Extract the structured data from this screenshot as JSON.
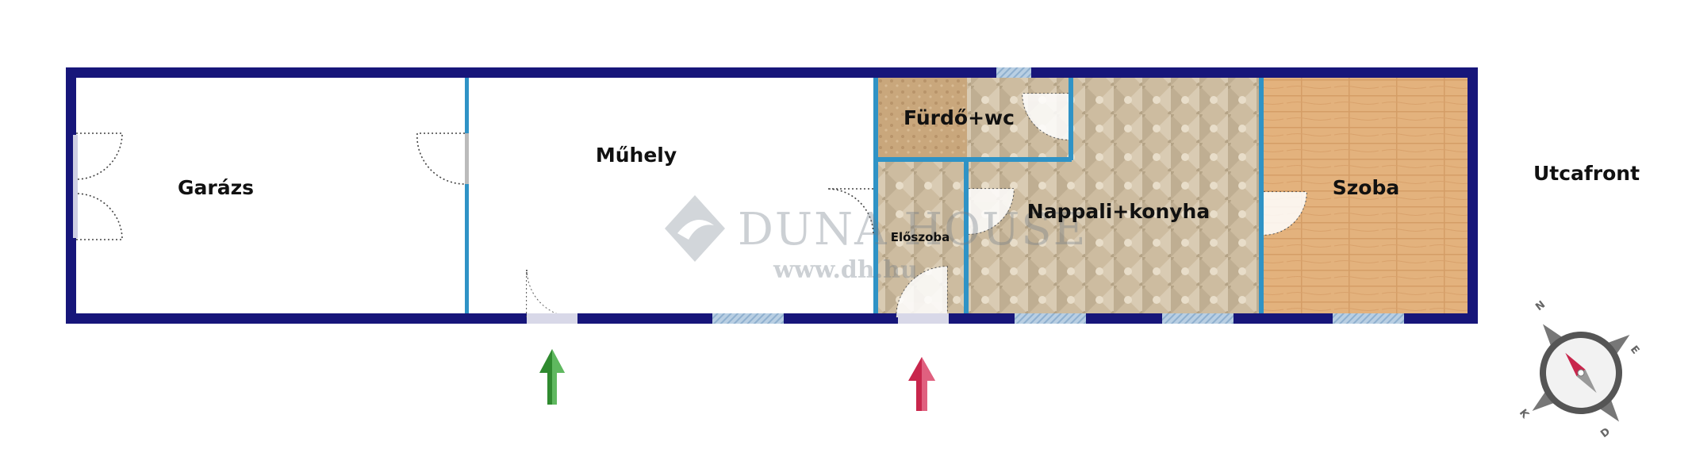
{
  "rooms": {
    "garage": "Garázs",
    "workshop": "Műhely",
    "bathroom": "Fürdő+wc",
    "hall": "Előszoba",
    "living_kitchen": "Nappali+konyha",
    "bedroom": "Szoba"
  },
  "street_label": "Utcafront",
  "watermark": {
    "brand": "DUNA HOUSE",
    "url": "www.dh.hu"
  },
  "compass": {
    "north": "N",
    "east": "E",
    "south": "D",
    "west": "K"
  },
  "colors": {
    "outer_wall": "#17167a",
    "inner_wall": "#2f93c6",
    "window": "#a9c4dc",
    "tile": "#c9b79b",
    "floor_wood": "#e2b07c",
    "bath_tile": "#c7a67d",
    "entrance_arrow_green": "#2f8a2f",
    "entrance_arrow_red": "#c8264c"
  }
}
